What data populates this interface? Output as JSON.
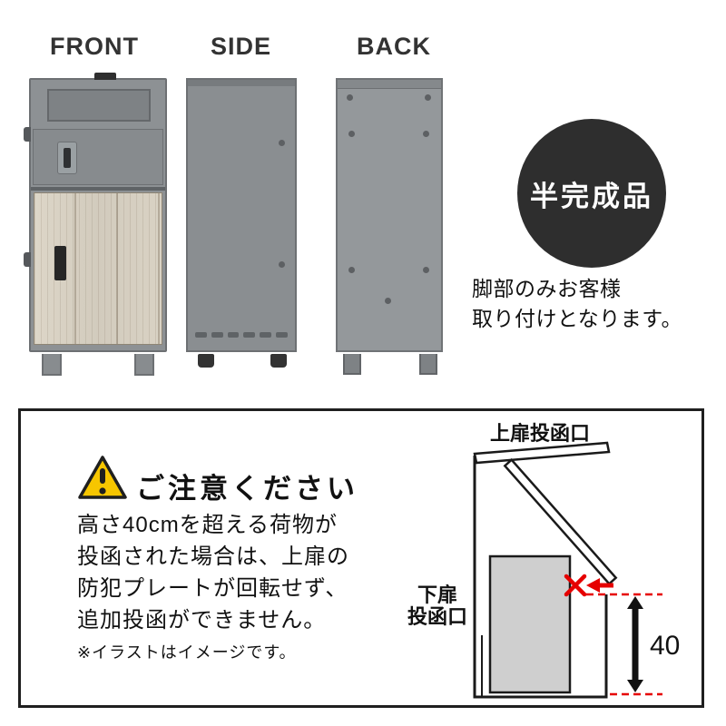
{
  "views": {
    "front": "FRONT",
    "side": "SIDE",
    "back": "BACK"
  },
  "badge": {
    "text": "半完成品",
    "note_line1": "脚部のみお客様",
    "note_line2": "取り付けとなります。",
    "bg_color": "#2e2e2e"
  },
  "notice": {
    "title": "ご注意ください",
    "lines": [
      "高さ40cmを超える荷物が",
      "投函された場合は、上扉の",
      "防犯プレートが回転せず、",
      "追加投函ができません。"
    ],
    "footnote": "※イラストはイメージです。",
    "warning_color": "#f7c600"
  },
  "diagram": {
    "upper_slot_label": "上扉投函口",
    "lower_slot_label_line1": "下扉",
    "lower_slot_label_line2": "投函口",
    "dimension": "40",
    "accent_red": "#e60000",
    "package_fill": "#cfcfcf"
  }
}
